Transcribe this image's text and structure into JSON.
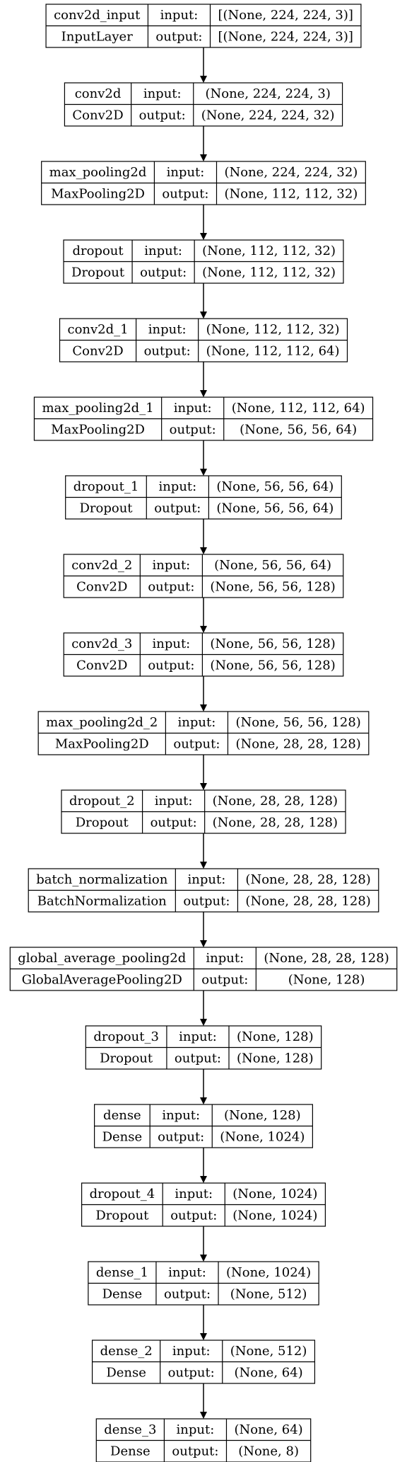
{
  "labels": {
    "input": "input:",
    "output": "output:"
  },
  "layers": [
    {
      "name": "conv2d_input",
      "type": "InputLayer",
      "input": "[(None, 224, 224, 3)]",
      "output": "[(None, 224, 224, 3)]"
    },
    {
      "name": "conv2d",
      "type": "Conv2D",
      "input": "(None, 224, 224, 3)",
      "output": "(None, 224, 224, 32)"
    },
    {
      "name": "max_pooling2d",
      "type": "MaxPooling2D",
      "input": "(None, 224, 224, 32)",
      "output": "(None, 112, 112, 32)"
    },
    {
      "name": "dropout",
      "type": "Dropout",
      "input": "(None, 112, 112, 32)",
      "output": "(None, 112, 112, 32)"
    },
    {
      "name": "conv2d_1",
      "type": "Conv2D",
      "input": "(None, 112, 112, 32)",
      "output": "(None, 112, 112, 64)"
    },
    {
      "name": "max_pooling2d_1",
      "type": "MaxPooling2D",
      "input": "(None, 112, 112, 64)",
      "output": "(None, 56, 56, 64)"
    },
    {
      "name": "dropout_1",
      "type": "Dropout",
      "input": "(None, 56, 56, 64)",
      "output": "(None, 56, 56, 64)"
    },
    {
      "name": "conv2d_2",
      "type": "Conv2D",
      "input": "(None, 56, 56, 64)",
      "output": "(None, 56, 56, 128)"
    },
    {
      "name": "conv2d_3",
      "type": "Conv2D",
      "input": "(None, 56, 56, 128)",
      "output": "(None, 56, 56, 128)"
    },
    {
      "name": "max_pooling2d_2",
      "type": "MaxPooling2D",
      "input": "(None, 56, 56, 128)",
      "output": "(None, 28, 28, 128)"
    },
    {
      "name": "dropout_2",
      "type": "Dropout",
      "input": "(None, 28, 28, 128)",
      "output": "(None, 28, 28, 128)"
    },
    {
      "name": "batch_normalization",
      "type": "BatchNormalization",
      "input": "(None, 28, 28, 128)",
      "output": "(None, 28, 28, 128)"
    },
    {
      "name": "global_average_pooling2d",
      "type": "GlobalAveragePooling2D",
      "input": "(None, 28, 28, 128)",
      "output": "(None, 128)"
    },
    {
      "name": "dropout_3",
      "type": "Dropout",
      "input": "(None, 128)",
      "output": "(None, 128)"
    },
    {
      "name": "dense",
      "type": "Dense",
      "input": "(None, 128)",
      "output": "(None, 1024)"
    },
    {
      "name": "dropout_4",
      "type": "Dropout",
      "input": "(None, 1024)",
      "output": "(None, 1024)"
    },
    {
      "name": "dense_1",
      "type": "Dense",
      "input": "(None, 1024)",
      "output": "(None, 512)"
    },
    {
      "name": "dense_2",
      "type": "Dense",
      "input": "(None, 512)",
      "output": "(None, 64)"
    },
    {
      "name": "dense_3",
      "type": "Dense",
      "input": "(None, 64)",
      "output": "(None, 8)"
    }
  ]
}
